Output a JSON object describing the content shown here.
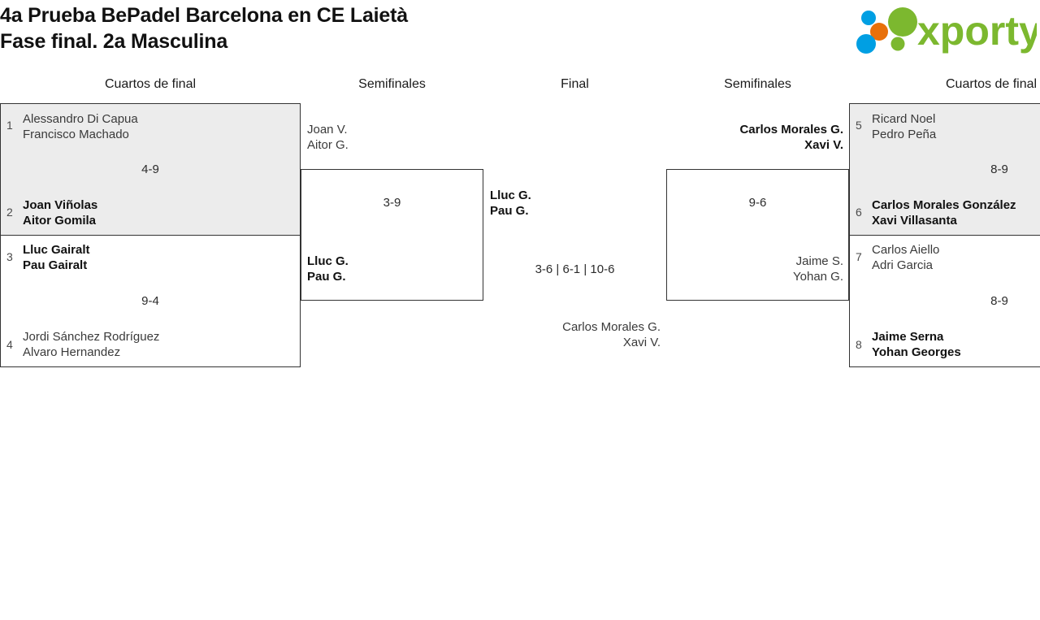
{
  "header": {
    "title_line_1": "4a Prueba BePadel Barcelona en CE Laietà",
    "title_line_2": "Fase final. 2a Masculina",
    "logo_text": "xporty",
    "logo_colors": {
      "green": "#7cb82f",
      "blue": "#009fe3",
      "orange": "#e8700a"
    }
  },
  "rounds": {
    "qf_left_label": "Cuartos de final",
    "sf_left_label": "Semifinales",
    "final_label": "Final",
    "sf_right_label": "Semifinales",
    "qf_right_label": "Cuartos de final"
  },
  "bracket": {
    "quarterfinals_left": [
      {
        "score": "4-9",
        "shaded": true,
        "top": {
          "seed": "1",
          "player_1": "Alessandro Di Capua",
          "player_2": "Francisco Machado",
          "winner": false
        },
        "bottom": {
          "seed": "2",
          "player_1": "Joan Viñolas",
          "player_2": "Aitor Gomila",
          "winner": true
        }
      },
      {
        "score": "9-4",
        "shaded": false,
        "top": {
          "seed": "3",
          "player_1": "Lluc Gairalt",
          "player_2": "Pau Gairalt",
          "winner": true
        },
        "bottom": {
          "seed": "4",
          "player_1": "Jordi Sánchez Rodríguez",
          "player_2": "Alvaro Hernandez",
          "winner": false
        }
      }
    ],
    "semifinal_left": {
      "score": "3-9",
      "top": {
        "player_1": "Joan V.",
        "player_2": "Aitor G.",
        "winner": false
      },
      "bottom": {
        "player_1": "Lluc G.",
        "player_2": "Pau G.",
        "winner": true
      }
    },
    "final": {
      "score": "3-6 | 6-1 | 10-6",
      "top": {
        "player_1": "Lluc G.",
        "player_2": "Pau G.",
        "winner": true
      },
      "bottom": {
        "player_1": "Carlos Morales G.",
        "player_2": "Xavi V.",
        "winner": false
      }
    },
    "semifinal_right": {
      "score": "9-6",
      "top": {
        "player_1": "Carlos Morales G.",
        "player_2": "Xavi V.",
        "winner": true
      },
      "bottom": {
        "player_1": "Jaime S.",
        "player_2": "Yohan G.",
        "winner": false
      }
    },
    "quarterfinals_right": [
      {
        "score": "8-9",
        "shaded": true,
        "top": {
          "seed": "5",
          "player_1": "Ricard Noel",
          "player_2": "Pedro Peña",
          "winner": false
        },
        "bottom": {
          "seed": "6",
          "player_1": "Carlos Morales González",
          "player_2": "Xavi Villasanta",
          "winner": true
        }
      },
      {
        "score": "8-9",
        "shaded": false,
        "top": {
          "seed": "7",
          "player_1": "Carlos Aiello",
          "player_2": "Adri Garcia",
          "winner": false
        },
        "bottom": {
          "seed": "8",
          "player_1": "Jaime Serna",
          "player_2": "Yohan Georges",
          "winner": true
        }
      }
    ]
  }
}
